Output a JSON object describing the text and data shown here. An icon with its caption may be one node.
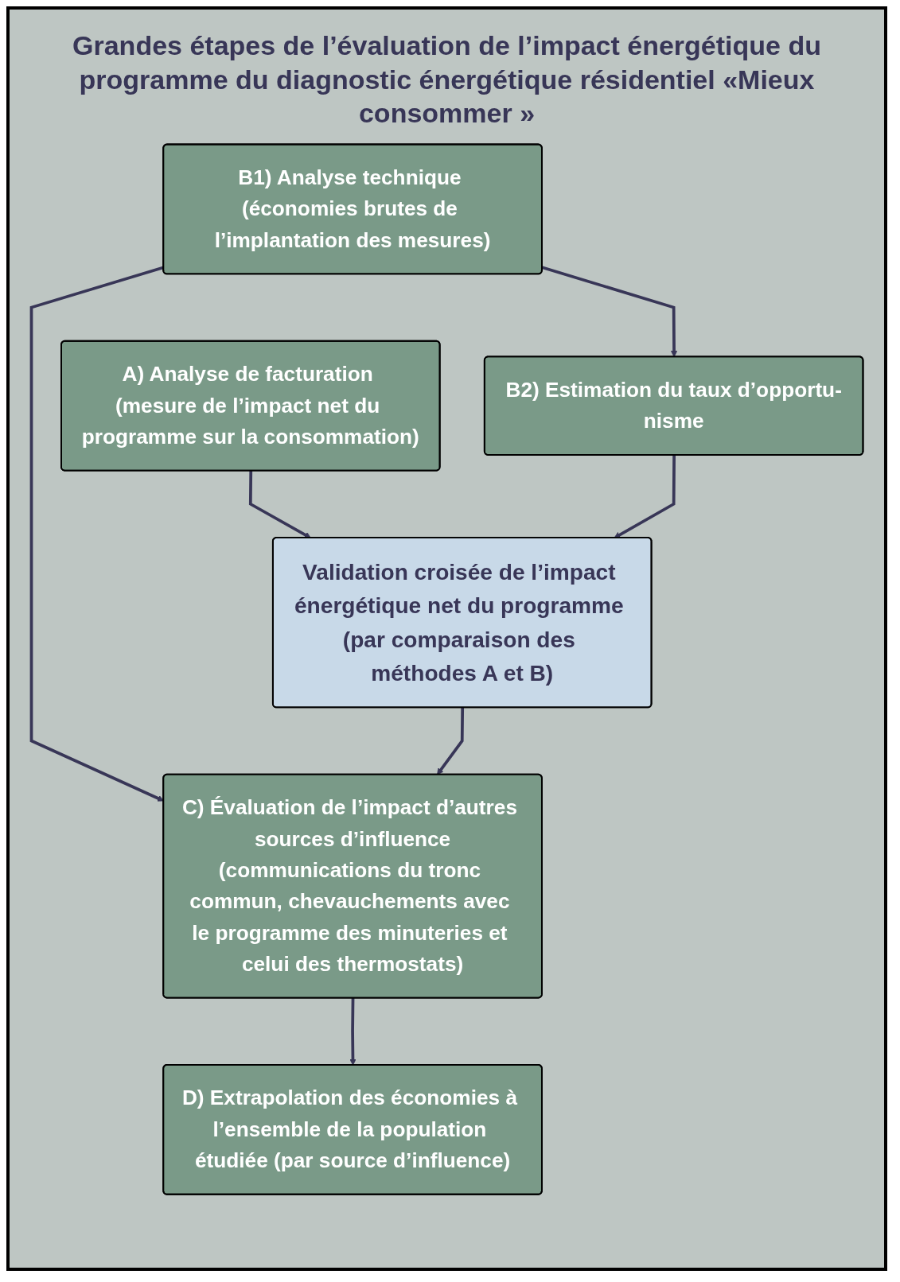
{
  "diagram": {
    "title": "Grandes étapes de l’évaluation de l’impact énergétique du programme du diagnostic énergétique résidentiel «Mieux consommer »",
    "nodes": [
      {
        "text": [
          "A) Analyse de facturation (mesure de l’impact net du programme sur la consommation)"
        ]
      },
      {
        "text": [
          "B1) Analyse technique (économies brutes de l’implantation des mesures)"
        ]
      },
      {
        "text": [
          "Validation croisée de l’impact énergétique net du programme (par comparaison des méthodes A et B)"
        ]
      },
      {
        "text": [
          "B2) Estimation du taux d’opportu-nisme"
        ]
      },
      {
        "text": [
          "C) Évaluation de l’impact d’autres sources d’influence",
          "(communications du tronc commun, chevauchements avec le programme des minuteries et celui des thermostats)"
        ]
      },
      {
        "text": [
          "D) Extrapolation des économies à l’ensemble de la population étudiée (par source d’influence)"
        ]
      }
    ],
    "edges": [
      {
        "from": 0,
        "to": 2,
        "arrow": "to"
      },
      {
        "from": 1,
        "to": 3,
        "arrow": "to"
      },
      {
        "from": 3,
        "to": 2,
        "arrow": "to"
      },
      {
        "from": 1,
        "to": 4,
        "arrow": "to"
      },
      {
        "from": 2,
        "to": 4,
        "arrow": "to"
      },
      {
        "from": 4,
        "to": 5,
        "arrow": "to"
      }
    ]
  }
}
